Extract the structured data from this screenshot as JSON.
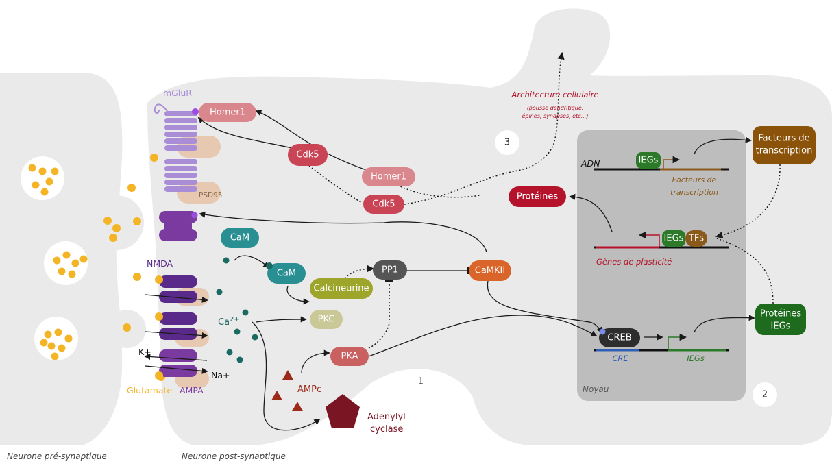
{
  "labels": {
    "neuron_pre": "Neurone pré-synaptique",
    "neuron_post": "Neurone post-synaptique",
    "mglur": "mGluR",
    "psd95": "PSD95",
    "nmda": "NMDA",
    "ampa": "AMPA",
    "glutamate": "Glutamate",
    "k_ion": "K+",
    "na_ion": "Na+",
    "ca_ion": "Ca",
    "ca_charge": "2+",
    "ampc": "AMPc",
    "adenylyl_line1": "Adenylyl",
    "adenylyl_line2": "cyclase",
    "arch_title": "Architecture cellulaire",
    "arch_sub1": "(pousse dendritique,",
    "arch_sub2": "épines, synapses, etc...)",
    "adn": "ADN",
    "noyau": "Noyau",
    "facteurs_line1": "Facteurs de",
    "facteurs_line2": "transcription",
    "genes_plasticite": "Gènes de plasticité",
    "cre": "CRE",
    "iegs_gene": "IEGs",
    "step1": "1",
    "step2": "2",
    "step3": "3"
  },
  "nodes": {
    "homer1_top": "Homer1",
    "cdk5_top": "Cdk5",
    "homer1_mid": "Homer1",
    "cdk5_mid": "Cdk5",
    "cam1": "CaM",
    "cam2": "CaM",
    "calcineurine": "Calcineurine",
    "pp1": "PP1",
    "camkii": "CaMKII",
    "pkc": "PKC",
    "pka": "PKA",
    "proteines": "Protéines",
    "creb": "CREB",
    "iegs_top": "IEGs",
    "iegs_mid": "IEGs",
    "tfs": "TFs",
    "facteurs_box_line1": "Facteurs de",
    "facteurs_box_line2": "transcription",
    "proteines_iegs_line1": "Protéines",
    "proteines_iegs_line2": "IEGs"
  },
  "colors": {
    "homer": "#d9868c",
    "cdk5": "#c94556",
    "cam": "#2a8f93",
    "calcineurine": "#9da52b",
    "pp1": "#555555",
    "camkii": "#d9652a",
    "pkc": "#c9c896",
    "pka": "#c8615f",
    "proteines": "#b5132b",
    "creb": "#2d2d2d",
    "iegs": "#2c7a29",
    "tfs": "#8a5a1a",
    "facteurs_box": "#8b5209",
    "proteines_iegs_box": "#1e6b1e",
    "glutamate": "#f3b526",
    "mglur": "#a98dd6",
    "nmda": "#5a2a8a",
    "ampa": "#7a3aa0",
    "psd95": "#e6c9b0",
    "ca_dots": "#1a6a62",
    "ampc": "#9b2a1a",
    "adenylyl": "#7a1624",
    "nucleus": "#bdbdbd",
    "cell": "#eaeaea"
  }
}
